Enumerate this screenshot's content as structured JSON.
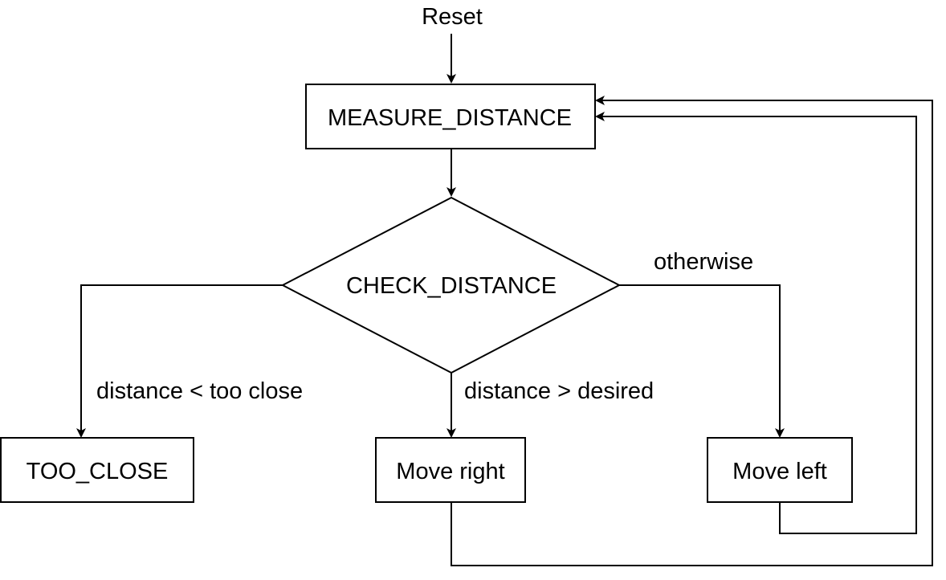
{
  "start_label": "Reset",
  "nodes": {
    "measure_distance": "MEASURE_DISTANCE",
    "check_distance": "CHECK_DISTANCE",
    "too_close": "TOO_CLOSE",
    "move_right": "Move right",
    "move_left": "Move left"
  },
  "edge_labels": {
    "too_close": "distance < too close",
    "desired": "distance > desired",
    "otherwise": "otherwise"
  },
  "colors": {
    "stroke": "#000000",
    "fill": "#ffffff",
    "text": "#000000"
  }
}
